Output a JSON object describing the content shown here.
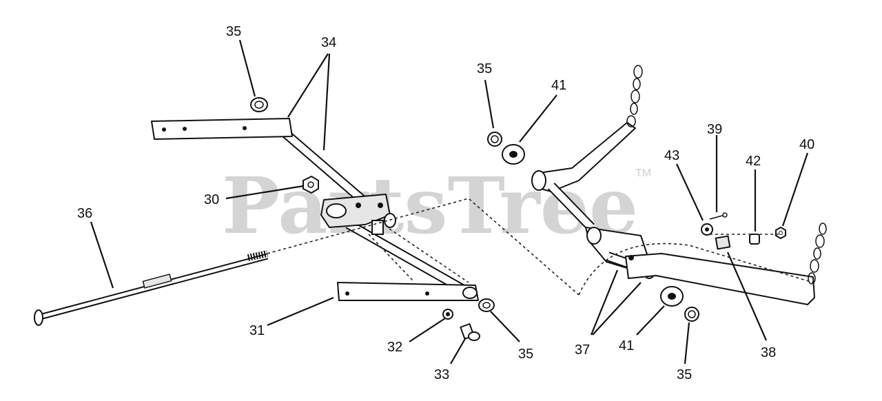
{
  "watermark": {
    "text": "PartsTree",
    "trademark": "TM"
  },
  "callouts": {
    "c30": "30",
    "c31": "31",
    "c32": "32",
    "c33": "33",
    "c34": "34",
    "c35a": "35",
    "c35b": "35",
    "c35c": "35",
    "c35d": "35",
    "c36": "36",
    "c37": "37",
    "c38": "38",
    "c39": "39",
    "c40": "40",
    "c41a": "41",
    "c41b": "41",
    "c42": "42",
    "c43": "43"
  }
}
